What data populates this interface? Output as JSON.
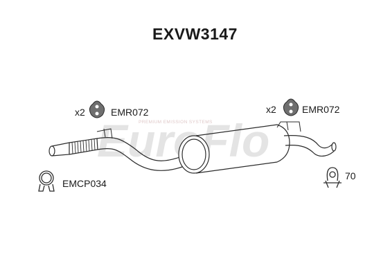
{
  "title": "EXVW3147",
  "watermark": {
    "brand": "EuroFlo",
    "tagline": "PREMIUM EMISSION SYSTEMS",
    "color": "#c7c7c7",
    "accent": "#e8a0a0"
  },
  "parts": {
    "left_rubber": {
      "qty": "x2",
      "code": "EMR072",
      "icon": "rubber-mount-icon"
    },
    "right_rubber": {
      "qty": "x2",
      "code": "EMR072",
      "icon": "rubber-mount-icon"
    },
    "clamp": {
      "code": "EMCP034",
      "icon": "exhaust-clamp-icon"
    },
    "bolt": {
      "code": "70",
      "icon": "u-bolt-clamp-icon"
    }
  },
  "colors": {
    "stroke": "#2b2b2b",
    "text": "#1a1a1a",
    "rubber_fill": "#6f6f6f"
  }
}
